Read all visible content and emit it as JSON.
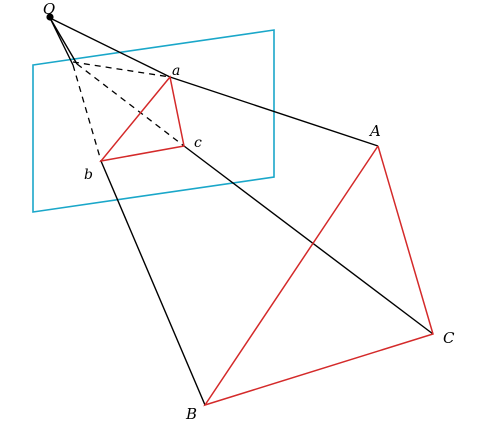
{
  "labels": {
    "origin": "O",
    "a": "a",
    "b": "b",
    "c": "c",
    "A": "A",
    "B": "B",
    "C": "C"
  },
  "colors": {
    "plane": "#1aa7c9",
    "triangle": "#d42a2a",
    "ray": "#000000",
    "background": "#ffffff"
  }
}
